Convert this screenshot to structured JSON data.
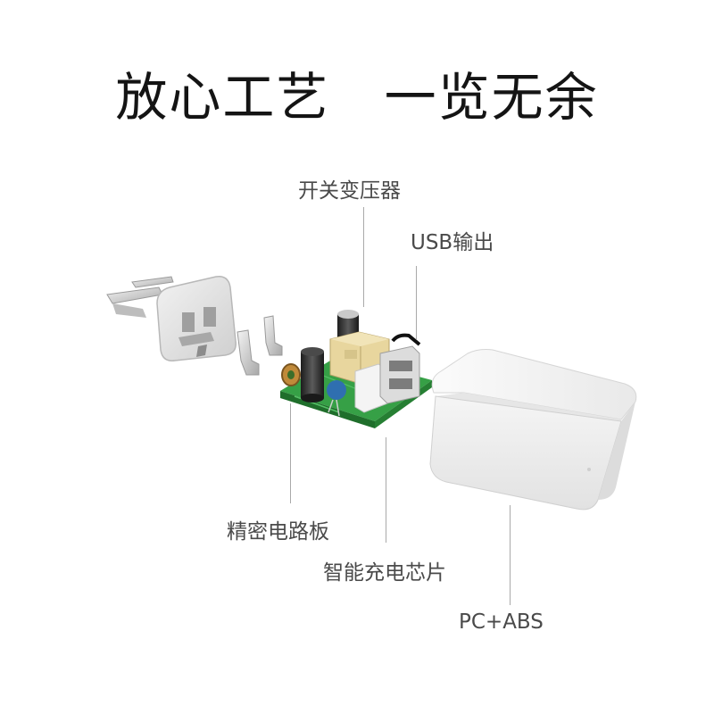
{
  "header": {
    "title": "放心工艺   一览无余"
  },
  "callouts": {
    "transformer": "开关变压器",
    "usb_output": "USB输出",
    "pcb": "精密电路板",
    "charging_chip": "智能充电芯片",
    "shell_material": "PC+ABS"
  },
  "colors": {
    "pcb_green": "#2e8b3a",
    "transformer_yellow": "#e6d49a",
    "housing_white": "#f4f4f4",
    "capacitor_blue": "#2f6fb0"
  }
}
